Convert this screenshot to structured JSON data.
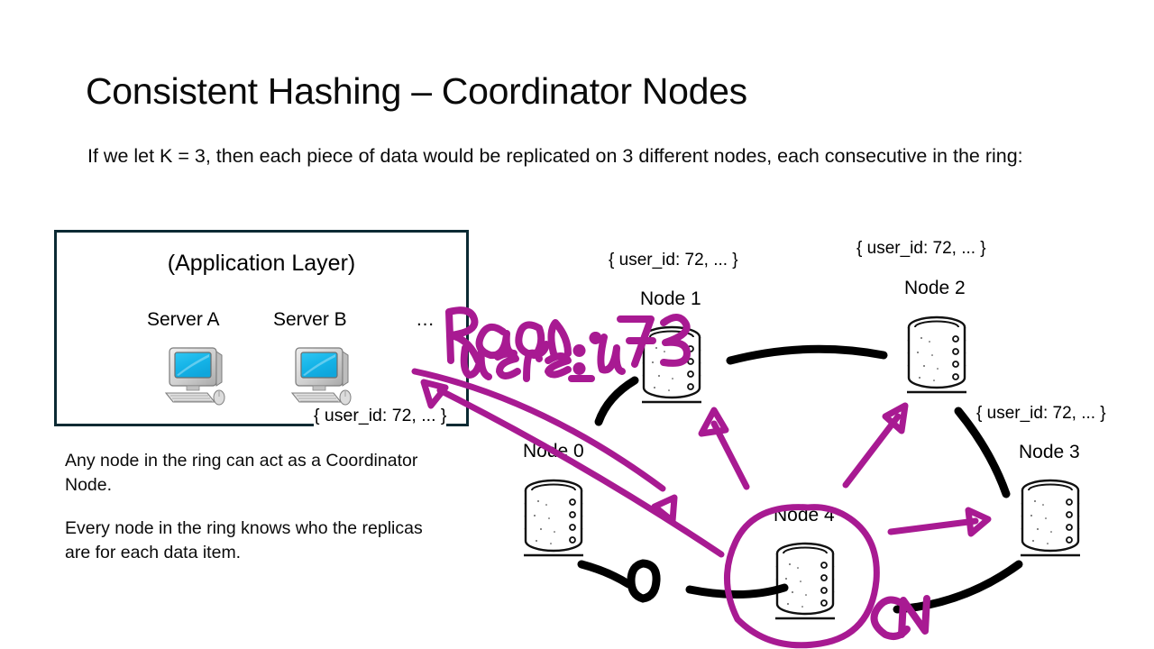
{
  "slide": {
    "title": "Consistent Hashing – Coordinator Nodes",
    "subtitle": "If we let K = 3, then each piece of data would be replicated on 3 different nodes, each consecutive in the ring:"
  },
  "application_layer": {
    "box_title": "(Application Layer)",
    "servers": [
      {
        "label": "Server A",
        "icon": "desktop-computer-icon"
      },
      {
        "label": "Server B",
        "icon": "desktop-computer-icon"
      }
    ],
    "more_label": "…",
    "payload_label": "{ user_id: 72, ... }",
    "border_color": "#0b2a33"
  },
  "notes": [
    "Any node in the ring can act as a Coordinator Node.",
    "Every node in the ring knows who the replicas are for each data item."
  ],
  "ring": {
    "nodes": [
      {
        "id": "node0",
        "label": "Node 0",
        "payload": null,
        "icon": "database-cylinder-icon",
        "is_coordinator": false
      },
      {
        "id": "node1",
        "label": "Node 1",
        "payload": "{ user_id: 72, ... }",
        "icon": "database-cylinder-icon",
        "is_coordinator": false
      },
      {
        "id": "node2",
        "label": "Node 2",
        "payload": "{ user_id: 72, ... }",
        "icon": "database-cylinder-icon",
        "is_coordinator": false
      },
      {
        "id": "node3",
        "label": "Node 3",
        "payload": "{ user_id: 72, ... }",
        "icon": "database-cylinder-icon",
        "is_coordinator": false
      },
      {
        "id": "node4",
        "label": "Node 4",
        "payload": null,
        "icon": "database-cylinder-icon",
        "is_coordinator": true
      }
    ],
    "ring_stroke_color": "#000000"
  },
  "annotations": {
    "ink_color": "#a81a92",
    "read_line_1": "Read",
    "read_line_2": "user_id: 72",
    "coordinator_tag": "CN",
    "zero_mark": "0"
  }
}
